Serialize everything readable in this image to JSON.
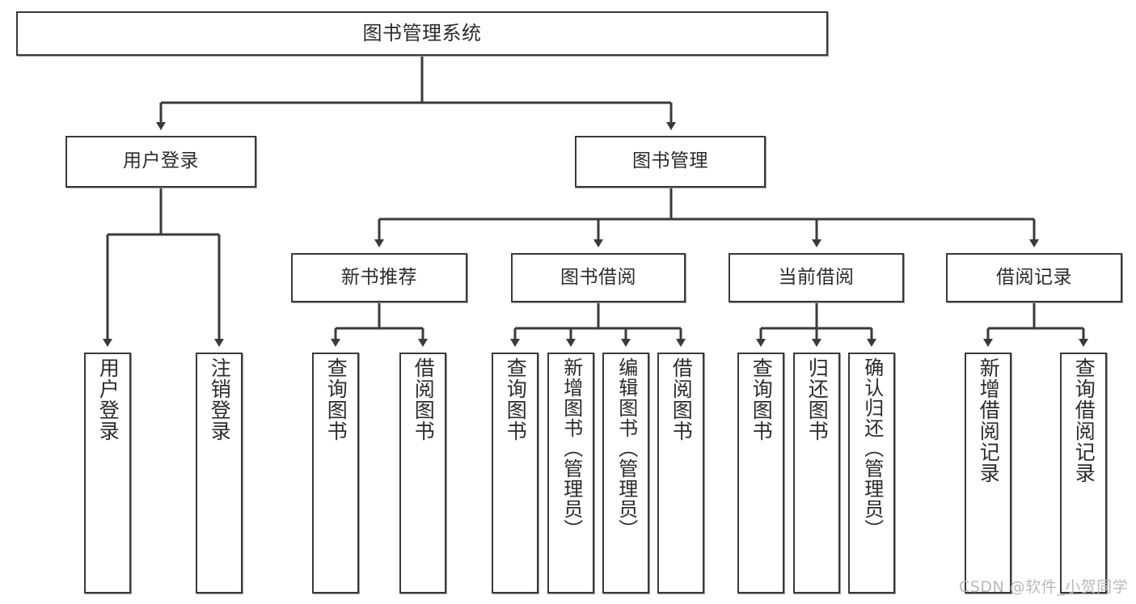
{
  "diagram": {
    "title": "图书管理系统",
    "type": "hierarchy-tree",
    "root": {
      "label": "图书管理系统"
    },
    "level2": [
      {
        "label": "用户登录"
      },
      {
        "label": "图书管理"
      }
    ],
    "level3": [
      {
        "label": "新书推荐"
      },
      {
        "label": "图书借阅"
      },
      {
        "label": "当前借阅"
      },
      {
        "label": "借阅记录"
      }
    ],
    "leaves": [
      {
        "label": "用户登录",
        "parent": "用户登录"
      },
      {
        "label": "注销登录",
        "parent": "用户登录"
      },
      {
        "label": "查询图书",
        "parent": "新书推荐"
      },
      {
        "label": "借阅图书",
        "parent": "新书推荐"
      },
      {
        "label": "查询图书",
        "parent": "图书借阅"
      },
      {
        "label": "新增图书（管理员）",
        "parent": "图书借阅"
      },
      {
        "label": "编辑图书（管理员）",
        "parent": "图书借阅"
      },
      {
        "label": "借阅图书",
        "parent": "图书借阅"
      },
      {
        "label": "查询图书",
        "parent": "当前借阅"
      },
      {
        "label": "归还图书",
        "parent": "当前借阅"
      },
      {
        "label": "确认归还（管理员）",
        "parent": "当前借阅"
      },
      {
        "label": "新增借阅记录",
        "parent": "借阅记录"
      },
      {
        "label": "查询借阅记录",
        "parent": "借阅记录"
      }
    ]
  },
  "watermark": {
    "text": "CSDN @软件_小贺同学"
  },
  "colors": {
    "box_border": "#3a3a3a",
    "box_fill": "#ffffff",
    "connector": "#3a3a3a",
    "text": "#2b2b2b",
    "watermark": "#b9b9b9"
  }
}
